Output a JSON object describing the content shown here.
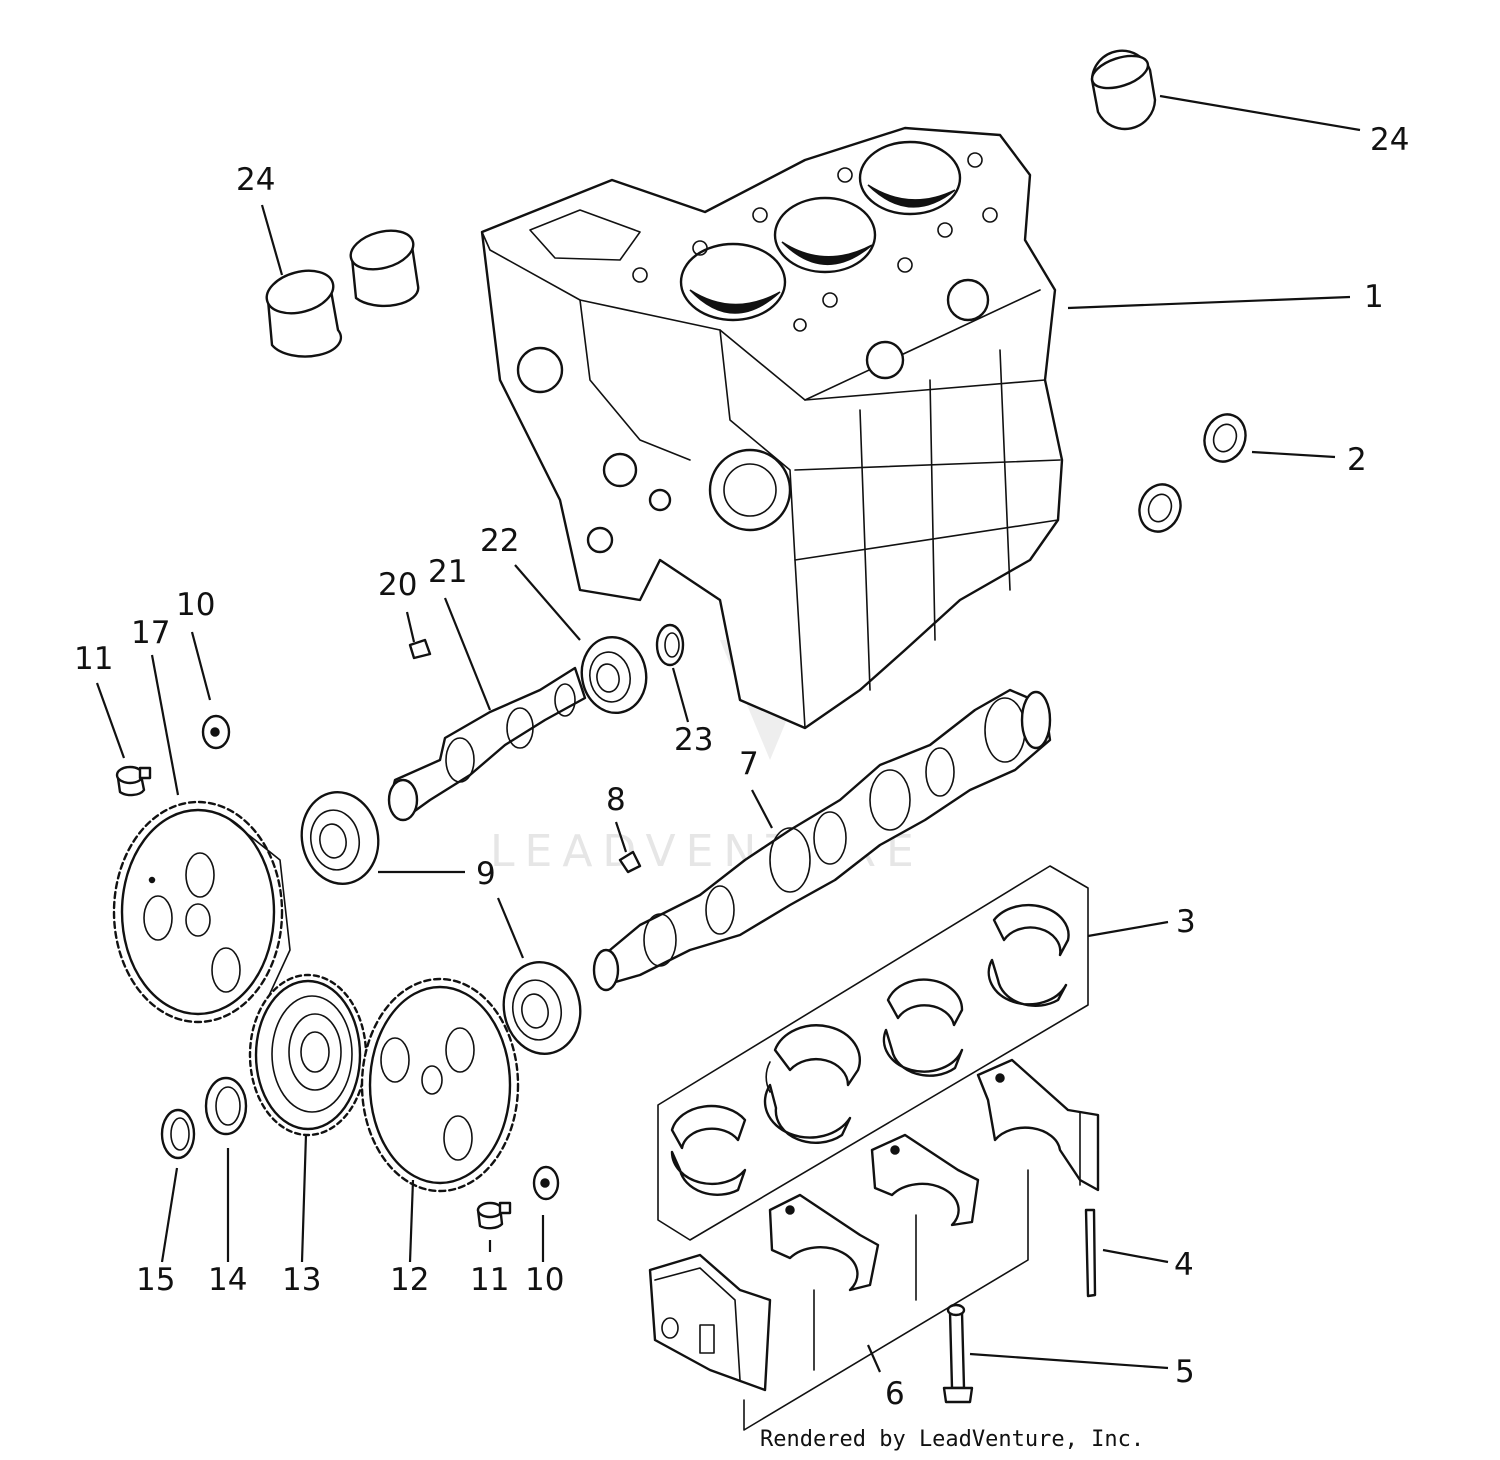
{
  "callouts": [
    {
      "label": "24",
      "name": "callout-24-top"
    },
    {
      "label": "24",
      "name": "callout-24-left"
    },
    {
      "label": "1",
      "name": "callout-1"
    },
    {
      "label": "2",
      "name": "callout-2"
    },
    {
      "label": "22",
      "name": "callout-22"
    },
    {
      "label": "20",
      "name": "callout-20"
    },
    {
      "label": "21",
      "name": "callout-21"
    },
    {
      "label": "10",
      "name": "callout-10-top"
    },
    {
      "label": "17",
      "name": "callout-17"
    },
    {
      "label": "11",
      "name": "callout-11-top"
    },
    {
      "label": "23",
      "name": "callout-23"
    },
    {
      "label": "7",
      "name": "callout-7"
    },
    {
      "label": "8",
      "name": "callout-8"
    },
    {
      "label": "9",
      "name": "callout-9"
    },
    {
      "label": "3",
      "name": "callout-3"
    },
    {
      "label": "4",
      "name": "callout-4"
    },
    {
      "label": "5",
      "name": "callout-5"
    },
    {
      "label": "6",
      "name": "callout-6"
    },
    {
      "label": "15",
      "name": "callout-15"
    },
    {
      "label": "14",
      "name": "callout-14"
    },
    {
      "label": "13",
      "name": "callout-13"
    },
    {
      "label": "12",
      "name": "callout-12"
    },
    {
      "label": "11",
      "name": "callout-11-bottom"
    },
    {
      "label": "10",
      "name": "callout-10-bottom"
    }
  ],
  "watermark": "LEADVENTURE",
  "credit": "Rendered by LeadVenture, Inc."
}
